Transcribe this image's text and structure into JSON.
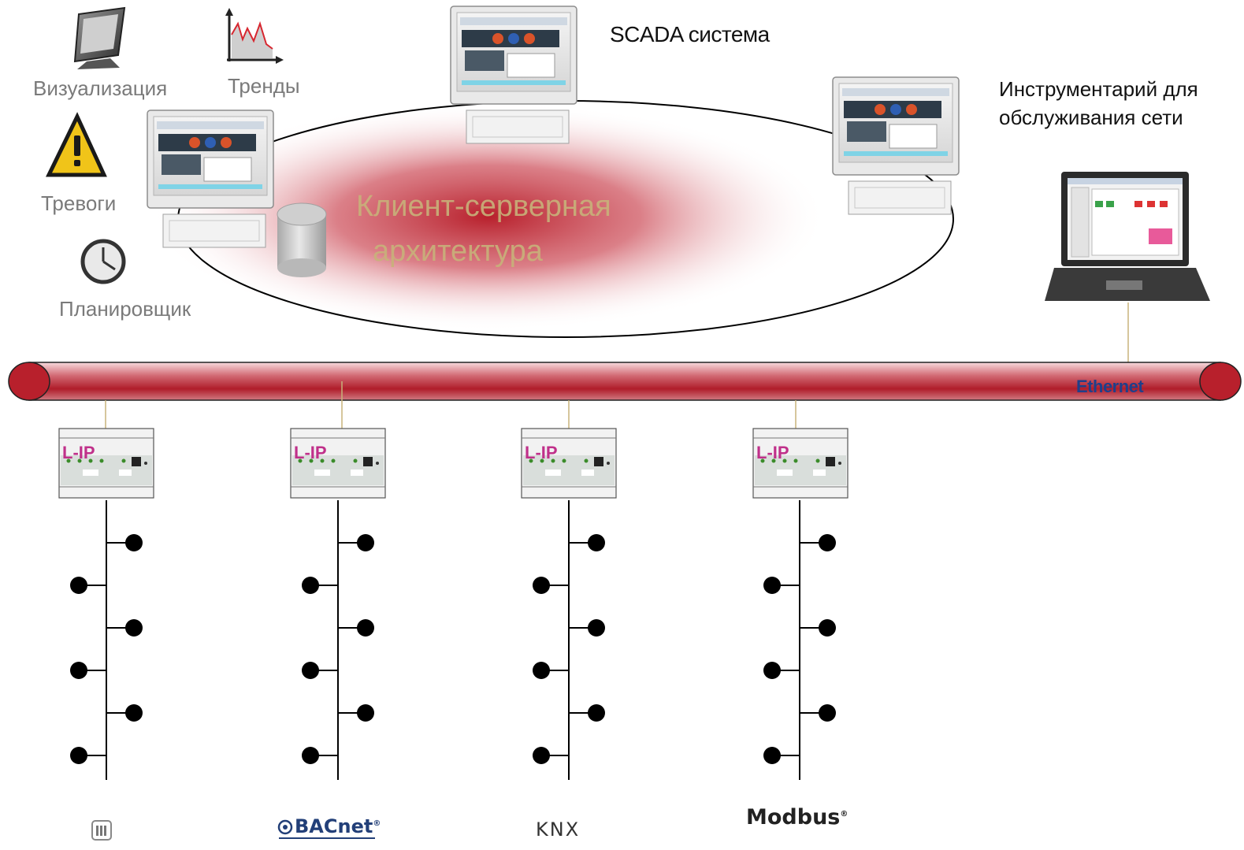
{
  "features": {
    "visualization": "Визуализация",
    "trends": "Тренды",
    "alarms": "Тревоги",
    "scheduler": "Планировщик"
  },
  "scada_label": "SCADA система",
  "tools_label_line1": "Инструментарий для",
  "tools_label_line2": "обслуживания сети",
  "architecture_line1": "Клиент-серверная",
  "architecture_line2": "архитектура",
  "ethernet_label": "Ethernet",
  "gateway_brand": "L-IP",
  "protocols": {
    "lon": "",
    "bacnet": "BACnet",
    "knx": "KNX",
    "modbus": "Modbus"
  },
  "colors": {
    "bus_red": "#b8202c",
    "ethernet_text": "#1f3f8a",
    "gateway_brand": "#c0308a",
    "architecture_text": "#c8b27a"
  },
  "icons": [
    "monitor-icon",
    "trend-chart-icon",
    "warning-icon",
    "clock-icon",
    "database-icon"
  ]
}
